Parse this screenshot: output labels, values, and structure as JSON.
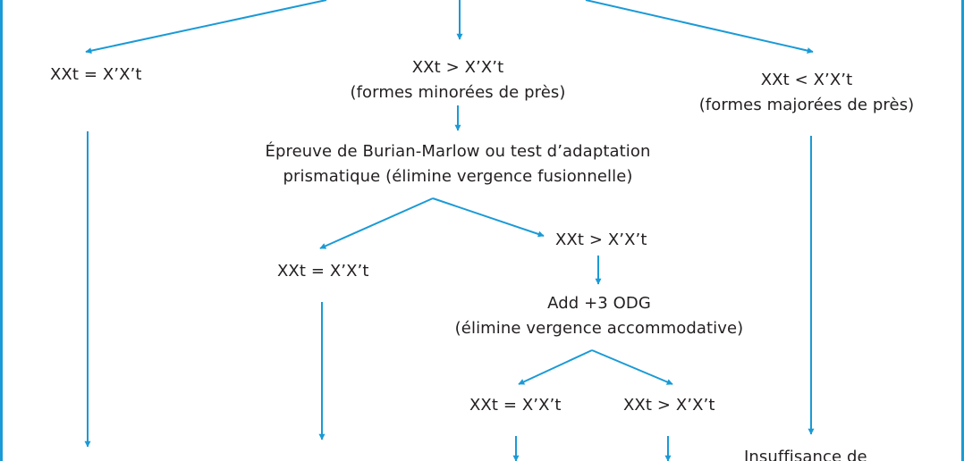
{
  "colors": {
    "arrow": "#1a9ad6",
    "text": "#231f20",
    "frame": "#1a9ad6"
  },
  "nodes": {
    "left_equal": {
      "line1": "XXt = X’X’t"
    },
    "center_greater": {
      "line1": "XXt > X’X’t",
      "line2": "(formes minorées de près)"
    },
    "right_less": {
      "line1": "XXt < X’X’t",
      "line2": "(formes majorées de près)"
    },
    "burian_test": {
      "line1": "Épreuve de Burian-Marlow ou test d’adaptation",
      "line2": "prismatique (élimine vergence fusionnelle)"
    },
    "burian_equal": {
      "line1": "XXt = X’X’t"
    },
    "burian_greater": {
      "line1": "XXt > X’X’t"
    },
    "add_odg": {
      "line1": "Add +3 ODG",
      "line2": "(élimine vergence accommodative)"
    },
    "odg_equal": {
      "line1": "XXt = X’X’t"
    },
    "odg_greater": {
      "line1": "XXt > X’X’t"
    },
    "insuffisance": {
      "line1": "Insuffisance de"
    }
  }
}
